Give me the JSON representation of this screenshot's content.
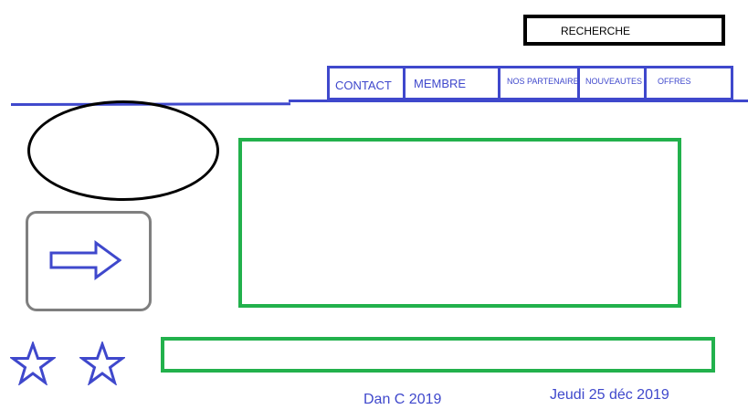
{
  "search": {
    "label": "RECHERCHE"
  },
  "nav": {
    "items": [
      {
        "label": "CONTACT"
      },
      {
        "label": "MEMBRE"
      },
      {
        "label": "NOS PARTENAIRES"
      },
      {
        "label": "NOUVEAUTES"
      },
      {
        "label": "OFFRES"
      }
    ]
  },
  "footer": {
    "author": "Dan C 2019",
    "date": "Jeudi 25 déc 2019"
  },
  "colors": {
    "accent_blue": "#3f48cc",
    "frame_green": "#22b14c",
    "button_gray": "#7f7f7f",
    "outline_black": "#000000"
  },
  "icons": {
    "arrow": "arrow-right-icon",
    "star": "star-outline-icon"
  }
}
